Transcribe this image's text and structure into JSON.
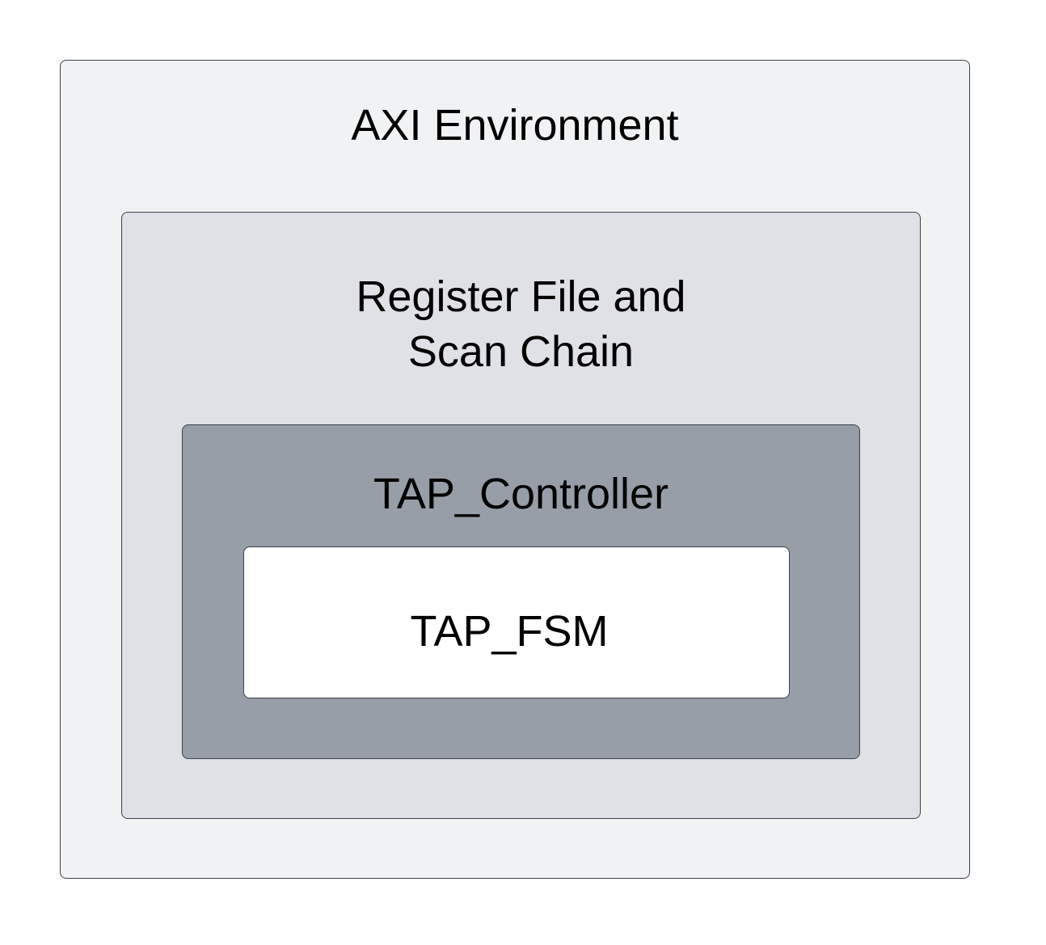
{
  "colors": {
    "axi_environment_fill": "#f1f2f4",
    "register_file_fill": "#dfe1e6",
    "tap_controller_fill": "#979ea8",
    "tap_fsm_fill": "#ffffff",
    "border": "#3a414a"
  },
  "blocks": {
    "axi_environment": {
      "label": "AXI Environment"
    },
    "register_file": {
      "label_line1": "Register File and",
      "label_line2": "Scan Chain"
    },
    "tap_controller": {
      "label": "TAP_Controller"
    },
    "tap_fsm": {
      "label": "TAP_FSM"
    }
  }
}
